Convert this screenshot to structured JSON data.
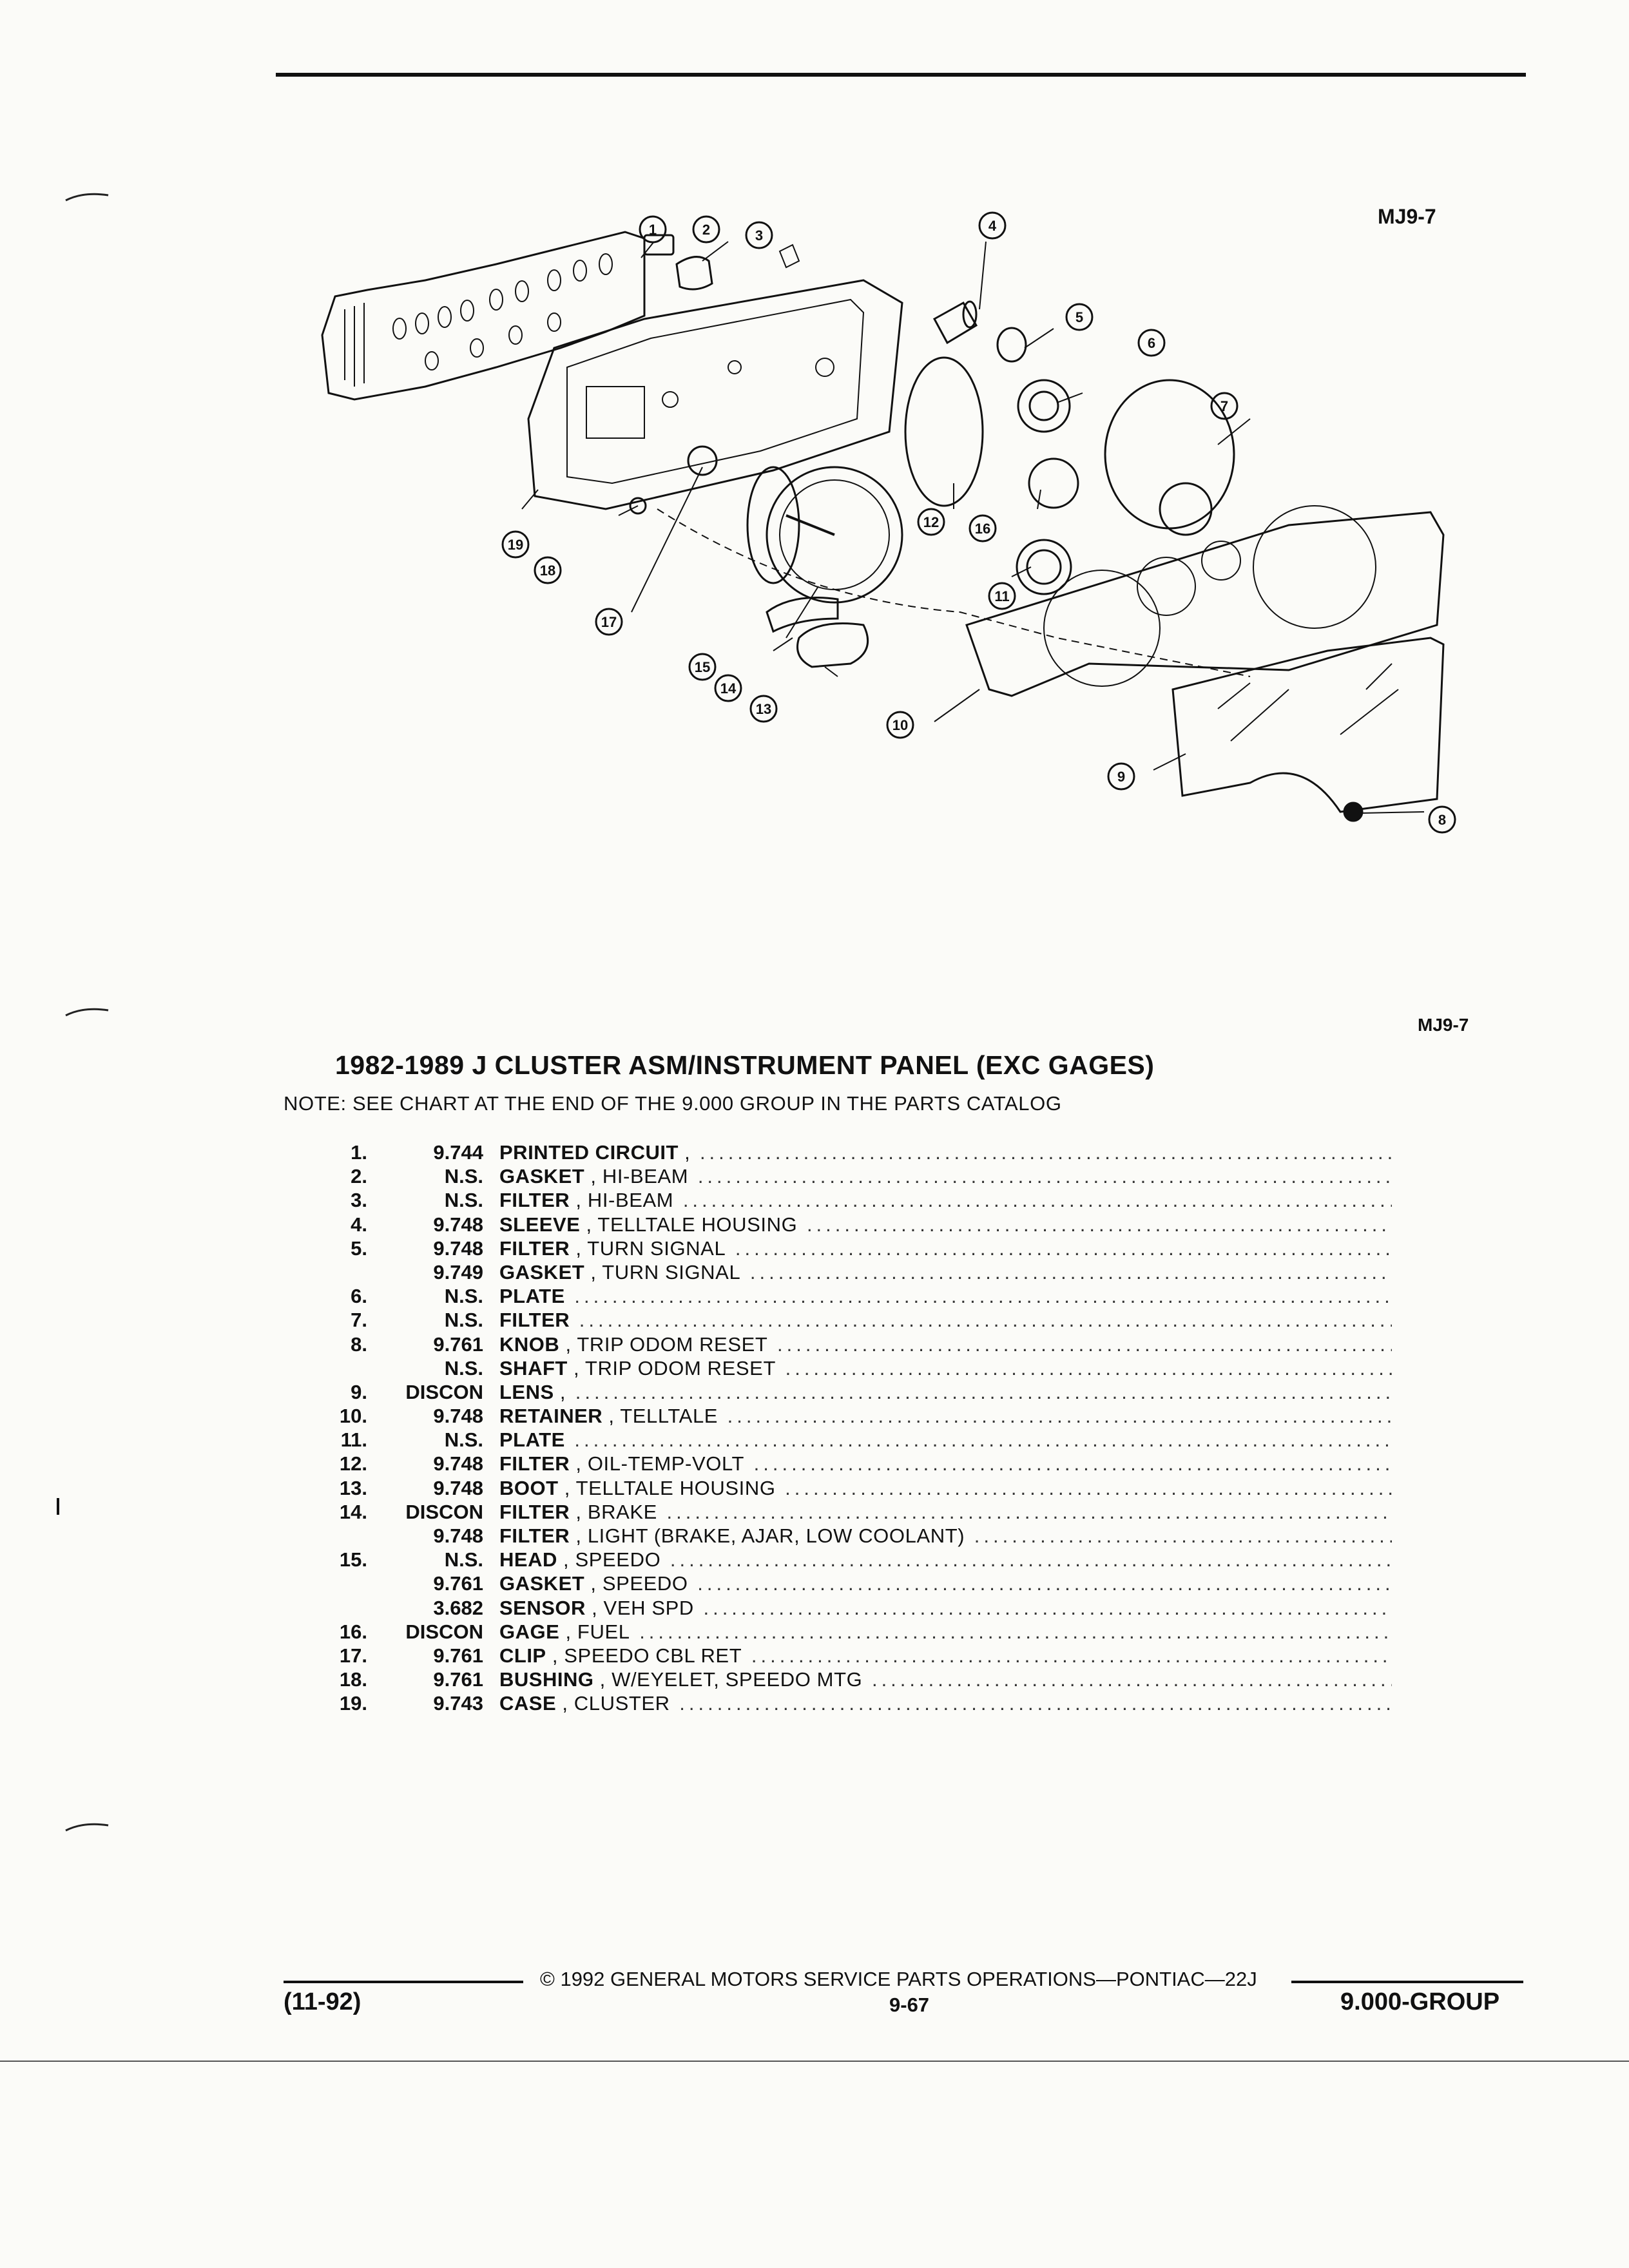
{
  "figure_id_top": "MJ9-7",
  "figure_id_bottom": "MJ9-7",
  "callouts": [
    "1",
    "2",
    "3",
    "4",
    "5",
    "6",
    "7",
    "8",
    "9",
    "10",
    "11",
    "12",
    "13",
    "14",
    "15",
    "16",
    "17",
    "18",
    "19"
  ],
  "title": "1982-1989 J CLUSTER ASM/INSTRUMENT PANEL (EXC GAGES)",
  "note": "NOTE:  SEE CHART AT THE END OF THE 9.000 GROUP IN THE PARTS CATALOG",
  "parts": [
    {
      "num": "1.",
      "group": "9.744",
      "name": "PRINTED CIRCUIT",
      "detail": " ,"
    },
    {
      "num": "2.",
      "group": "N.S.",
      "name": "GASKET",
      "detail": " , HI-BEAM"
    },
    {
      "num": "3.",
      "group": "N.S.",
      "name": "FILTER",
      "detail": " , HI-BEAM"
    },
    {
      "num": "4.",
      "group": "9.748",
      "name": "SLEEVE",
      "detail": " , TELLTALE HOUSING"
    },
    {
      "num": "5.",
      "group": "9.748",
      "name": "FILTER",
      "detail": " , TURN SIGNAL"
    },
    {
      "num": "",
      "group": "9.749",
      "name": "GASKET",
      "detail": " , TURN SIGNAL"
    },
    {
      "num": "6.",
      "group": "N.S.",
      "name": "PLATE",
      "detail": ""
    },
    {
      "num": "7.",
      "group": "N.S.",
      "name": "FILTER",
      "detail": ""
    },
    {
      "num": "8.",
      "group": "9.761",
      "name": "KNOB",
      "detail": " , TRIP ODOM RESET"
    },
    {
      "num": "",
      "group": "N.S.",
      "name": "SHAFT",
      "detail": " , TRIP ODOM RESET"
    },
    {
      "num": "9.",
      "group": "DISCON",
      "name": "LENS",
      "detail": " ,"
    },
    {
      "num": "10.",
      "group": "9.748",
      "name": "RETAINER",
      "detail": " , TELLTALE"
    },
    {
      "num": "11.",
      "group": "N.S.",
      "name": "PLATE",
      "detail": ""
    },
    {
      "num": "12.",
      "group": "9.748",
      "name": "FILTER",
      "detail": " , OIL-TEMP-VOLT"
    },
    {
      "num": "13.",
      "group": "9.748",
      "name": "BOOT",
      "detail": " , TELLTALE HOUSING"
    },
    {
      "num": "14.",
      "group": "DISCON",
      "name": "FILTER",
      "detail": " , BRAKE"
    },
    {
      "num": "",
      "group": "9.748",
      "name": "FILTER",
      "detail": " , LIGHT (BRAKE, AJAR, LOW COOLANT)"
    },
    {
      "num": "15.",
      "group": "N.S.",
      "name": "HEAD",
      "detail": " , SPEEDO"
    },
    {
      "num": "",
      "group": "9.761",
      "name": "GASKET",
      "detail": " , SPEEDO"
    },
    {
      "num": "",
      "group": "3.682",
      "name": "SENSOR",
      "detail": " , VEH SPD"
    },
    {
      "num": "16.",
      "group": "DISCON",
      "name": "GAGE",
      "detail": " , FUEL"
    },
    {
      "num": "17.",
      "group": "9.761",
      "name": "CLIP",
      "detail": " , SPEEDO CBL RET"
    },
    {
      "num": "18.",
      "group": "9.761",
      "name": "BUSHING",
      "detail": " , W/EYELET, SPEEDO MTG"
    },
    {
      "num": "19.",
      "group": "9.743",
      "name": "CASE",
      "detail": " , CLUSTER"
    }
  ],
  "footer": {
    "date": "(11-92)",
    "copyright": "©  1992  GENERAL MOTORS SERVICE PARTS OPERATIONS—PONTIAC—22J",
    "page": "9-67",
    "group": "9.000-GROUP"
  }
}
